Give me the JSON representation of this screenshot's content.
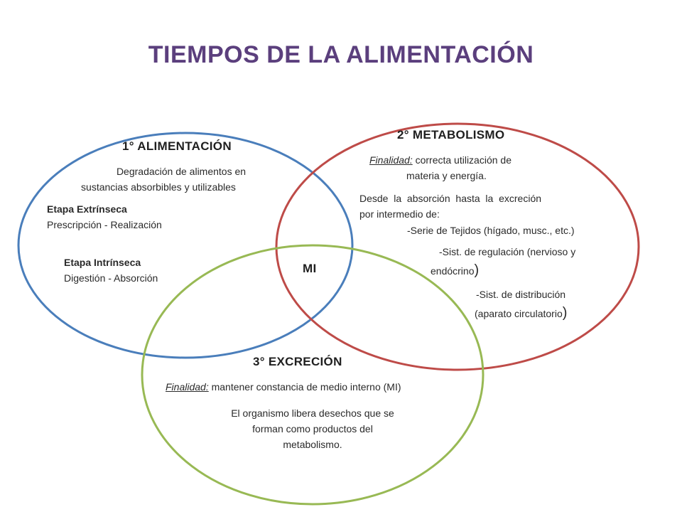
{
  "title": "TIEMPOS DE LA ALIMENTACIÓN",
  "colors": {
    "title": "#5b3f7d",
    "circle_alimentacion": "#4a7ebb",
    "circle_metabolismo": "#be4b48",
    "circle_excrecion": "#98b954"
  },
  "alimentacion": {
    "heading": "1° ALIMENTACIÓN",
    "desc_line1": "Degradación de alimentos en",
    "desc_line2": "sustancias absorbibles y utilizables",
    "extrinseca_label": "Etapa Extrínseca",
    "extrinseca_text": "Prescripción - Realización",
    "intrinseca_label": "Etapa Intrínseca",
    "intrinseca_text": "Digestión - Absorción"
  },
  "metabolismo": {
    "heading": "2° METABOLISMO",
    "finalidad_label": "Finalidad:",
    "finalidad_text": " correcta utilización de",
    "finalidad_line2": "materia y energía.",
    "desde_line1": "Desde  la  absorción  hasta  la  excreción",
    "desde_line2": "por intermedio de:",
    "item1": "-Serie de Tejidos (hígado, musc., etc.)",
    "item2_line1": "-Sist. de regulación (nervioso y",
    "item2_line2": "endócrino",
    "item3_line1": "-Sist. de distribución",
    "item3_line2": "(aparato circulatorio",
    "close_paren": ")"
  },
  "center_label": "MI",
  "excrecion": {
    "heading": "3° EXCRECIÓN",
    "finalidad_label": "Finalidad:",
    "finalidad_text": " mantener constancia de medio interno (MI)",
    "desc_line1": "El organismo libera desechos que se",
    "desc_line2": "forman como productos del",
    "desc_line3": "metabolismo."
  }
}
